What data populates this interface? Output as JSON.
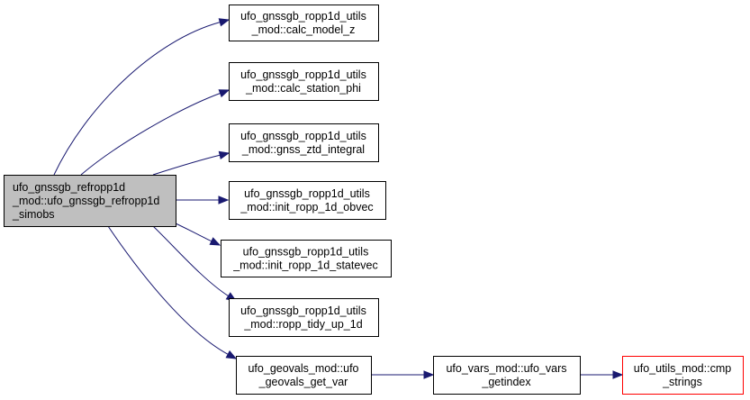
{
  "graph": {
    "colors": {
      "edge": "#191970",
      "root_fill": "#bfbfbf",
      "node_fill": "#ffffff",
      "node_border": "#000000",
      "truncated_border": "#ff0000"
    },
    "nodes": [
      {
        "id": "root",
        "lines": [
          "ufo_gnssgb_refropp1d",
          "_mod::ufo_gnssgb_refropp1d",
          "_simobs"
        ],
        "style": "root"
      },
      {
        "id": "calc_model_z",
        "lines": [
          "ufo_gnssgb_ropp1d_utils",
          "_mod::calc_model_z"
        ],
        "style": "normal"
      },
      {
        "id": "calc_station_phi",
        "lines": [
          "ufo_gnssgb_ropp1d_utils",
          "_mod::calc_station_phi"
        ],
        "style": "normal"
      },
      {
        "id": "gnss_ztd_integral",
        "lines": [
          "ufo_gnssgb_ropp1d_utils",
          "_mod::gnss_ztd_integral"
        ],
        "style": "normal"
      },
      {
        "id": "init_ropp_1d_obvec",
        "lines": [
          "ufo_gnssgb_ropp1d_utils",
          "_mod::init_ropp_1d_obvec"
        ],
        "style": "normal"
      },
      {
        "id": "init_ropp_1d_statevec",
        "lines": [
          "ufo_gnssgb_ropp1d_utils",
          "_mod::init_ropp_1d_statevec"
        ],
        "style": "normal"
      },
      {
        "id": "ropp_tidy_up_1d",
        "lines": [
          "ufo_gnssgb_ropp1d_utils",
          "_mod::ropp_tidy_up_1d"
        ],
        "style": "normal"
      },
      {
        "id": "geovals_get_var",
        "lines": [
          "ufo_geovals_mod::ufo",
          "_geovals_get_var"
        ],
        "style": "normal"
      },
      {
        "id": "vars_getindex",
        "lines": [
          "ufo_vars_mod::ufo_vars",
          "_getindex"
        ],
        "style": "normal"
      },
      {
        "id": "cmp_strings",
        "lines": [
          "ufo_utils_mod::cmp",
          "_strings"
        ],
        "style": "truncated"
      }
    ],
    "edges": [
      {
        "from": "root",
        "to": "calc_model_z"
      },
      {
        "from": "root",
        "to": "calc_station_phi"
      },
      {
        "from": "root",
        "to": "gnss_ztd_integral"
      },
      {
        "from": "root",
        "to": "init_ropp_1d_obvec"
      },
      {
        "from": "root",
        "to": "init_ropp_1d_statevec"
      },
      {
        "from": "root",
        "to": "ropp_tidy_up_1d"
      },
      {
        "from": "root",
        "to": "geovals_get_var"
      },
      {
        "from": "geovals_get_var",
        "to": "vars_getindex"
      },
      {
        "from": "vars_getindex",
        "to": "cmp_strings"
      }
    ]
  }
}
